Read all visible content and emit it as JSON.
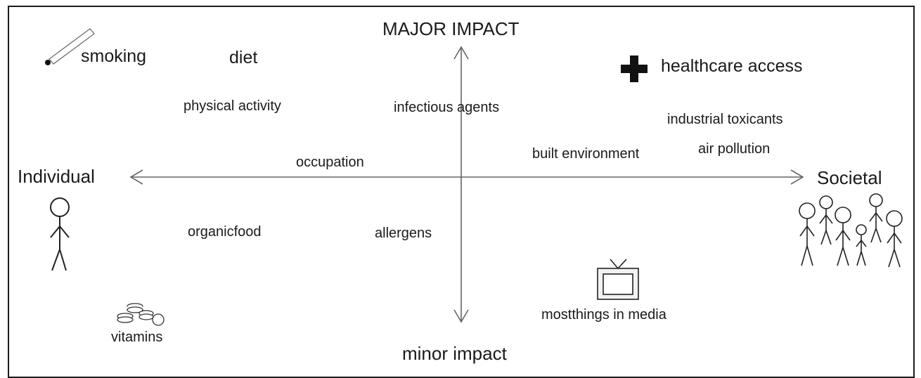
{
  "axes": {
    "top": "MAJOR IMPACT",
    "bottom": "minor impact",
    "left": "Individual",
    "right": "Societal"
  },
  "factors": {
    "smoking": "smoking",
    "diet": "diet",
    "physical_activity": "physical activity",
    "infectious_agents": "infectious agents",
    "healthcare_access": "healthcare access",
    "industrial_toxicants": "industrial toxicants",
    "air_pollution": "air pollution",
    "built_environment": "built environment",
    "occupation": "occupation",
    "organic_food": "organicfood",
    "allergens": "allergens",
    "vitamins": "vitamins",
    "media": "mostthings in media"
  },
  "icons": [
    "cigarette-icon",
    "plus-cross-icon",
    "stick-figure-icon",
    "crowd-icon",
    "television-icon",
    "vitamins-icon"
  ],
  "colors": {
    "ink": "#1a1a1a",
    "arrow": "#666666"
  }
}
